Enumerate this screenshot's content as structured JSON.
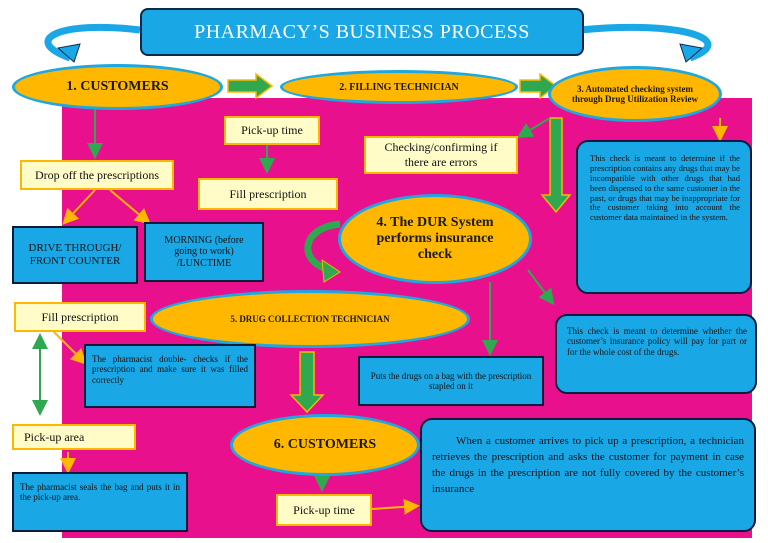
{
  "title": "PHARMACY’S BUSINESS PROCESS",
  "nodes": {
    "customers1": "1. CUSTOMERS",
    "filling_technician": "2. FILLING TECHNICIAN",
    "automated_checking": "3. Automated checking system through Drug Utilization Review",
    "dur_system": "4. The DUR System performs insurance check",
    "drug_collection": "5. DRUG COLLECTION TECHNICIAN",
    "customers6": "6. CUSTOMERS"
  },
  "labels": {
    "pickup_time_top": "Pick-up time",
    "fill_prescription_top": "Fill prescription",
    "drop_off": "Drop off the prescriptions",
    "checking_confirming": "Checking/confirming if there are errors",
    "fill_prescription_left": "Fill prescription",
    "pickup_area": "Pick-up area",
    "pickup_time_bottom": "Pick-up time"
  },
  "boxes": {
    "drive_through": "DRIVE THROUGH/ FRONT COUNTER",
    "morning": "MORNING (before going to work) /LUNCTIME",
    "dur_explanation": "This check is meant to determine if the prescription contains any drugs that may be incompatible with other drugs that had been dispensed to the same customer in the past, or drugs that may be inappropriate for the customer taking into account the customer data maintained in the system.",
    "insurance_explanation": "This check is meant to determine whether the customer’s insurance policy will pay for part or for the whole cost of the drugs.",
    "double_check": "The pharmacist double- checks if the prescription and make sure it was filled correctly",
    "bag": "Puts the drugs on a bag with the prescription stapled on it",
    "seals": "The pharmacist seals the bag and puts it in the pick-up area.",
    "pickup_explanation": "When a customer arrives to pick up a prescription, a technician retrieves the prescription and asks the customer for payment in case the drugs in the prescription are not fully covered by the customer’s insurance"
  },
  "colors": {
    "background": "#e8108c",
    "ellipse": "#ffb700",
    "box_blue": "#1aa7e6",
    "arrow_green": "#2fa84f",
    "label_yellow": "#fffcc8"
  }
}
